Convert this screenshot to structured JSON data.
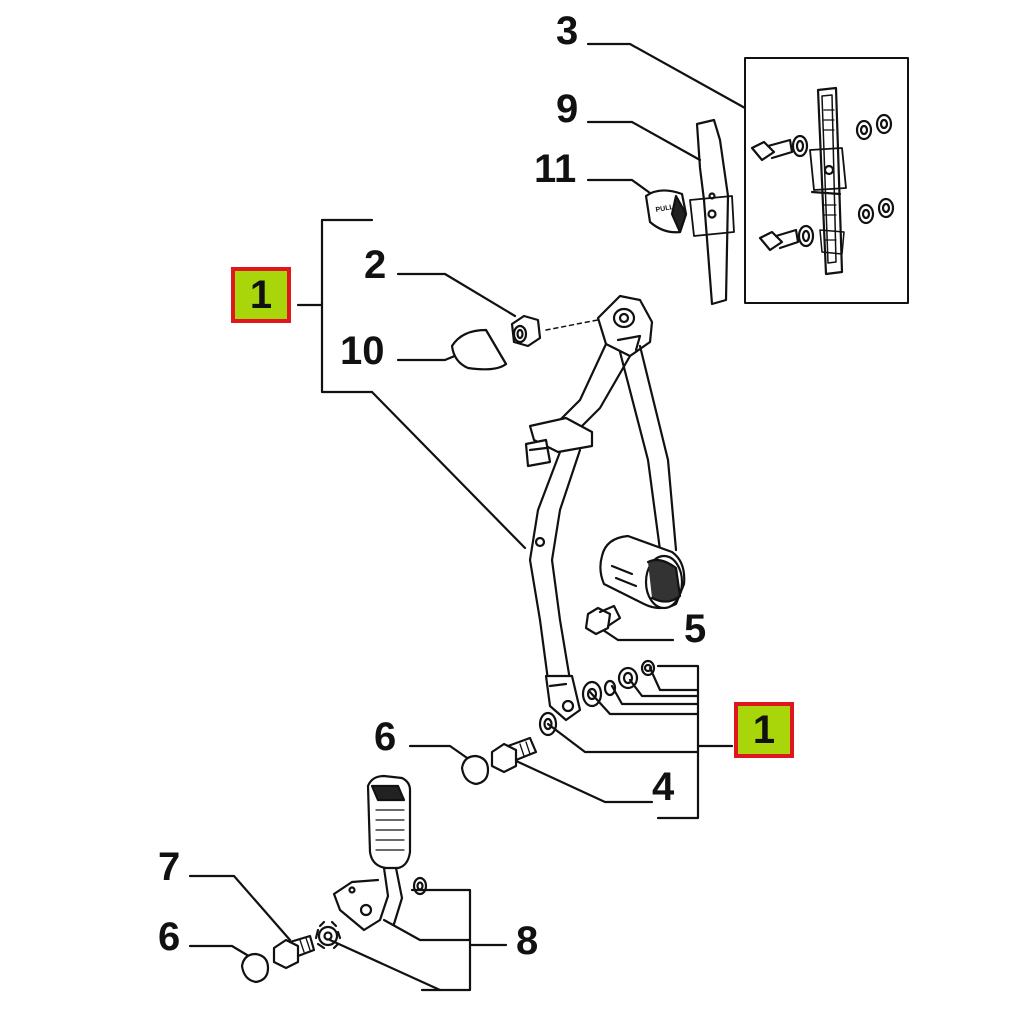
{
  "callouts": {
    "c1_left": "1",
    "c1_right": "1",
    "c2": "2",
    "c3": "3",
    "c4": "4",
    "c5": "5",
    "c6_top": "6",
    "c6_bottom": "6",
    "c7": "7",
    "c8": "8",
    "c9": "9",
    "c10": "10",
    "c11": "11"
  },
  "knob_text": "PULL",
  "colors": {
    "highlight_fill": "#a8d60a",
    "highlight_border": "#e0161e",
    "line": "#111111"
  }
}
